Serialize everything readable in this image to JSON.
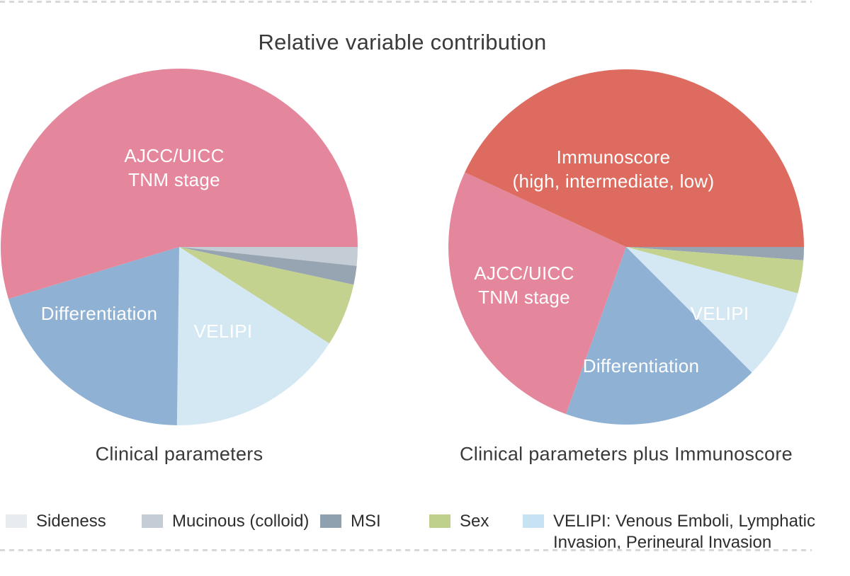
{
  "title": "Relative variable contribution",
  "colors": {
    "tnm_stage": "#e5879c",
    "immunoscore": "#dd6b5f",
    "differentiation": "#8fb1d3",
    "velipi": "#cfe6f3",
    "sex": "#c3d28e",
    "msi": "#97a4b1",
    "mucinous": "#c4cdd6",
    "sideness": "#e8ebf0",
    "text_dark": "#3a3a3a",
    "pie_label_text": "#ffffff",
    "dashed_line": "#d8d8d8"
  },
  "chart_data": [
    {
      "type": "pie",
      "caption": "Clinical parameters",
      "unit": "percent",
      "start_angle": "3-o-clock",
      "direction": "clockwise",
      "slices": [
        {
          "label": "Mucinous (colloid)",
          "pct": 1.7,
          "color": "#c4cdd6"
        },
        {
          "label": "MSI",
          "pct": 1.7,
          "color": "#97a4b1"
        },
        {
          "label": "Sex",
          "pct": 5.7,
          "color": "#c3d28e"
        },
        {
          "label": "VELIPI",
          "pct": 16.1,
          "color": "#d4e8f4"
        },
        {
          "label": "Differentiation",
          "pct": 20.1,
          "color": "#8fb1d3"
        },
        {
          "label": "AJCC/UICC TNM stage",
          "pct": 54.7,
          "color": "#e5879c"
        }
      ],
      "pie_labels": [
        {
          "text": "AJCC/UICC\nTNM stage"
        },
        {
          "text": "Differentiation"
        },
        {
          "text": "VELIPI"
        }
      ]
    },
    {
      "type": "pie",
      "caption": "Clinical parameters plus Immunoscore",
      "unit": "percent",
      "start_angle": "3-o-clock",
      "direction": "clockwise",
      "slices": [
        {
          "label": "MSI",
          "pct": 1.2,
          "color": "#97a4b1"
        },
        {
          "label": "Sex",
          "pct": 3.0,
          "color": "#c3d28e"
        },
        {
          "label": "VELIPI",
          "pct": 8.3,
          "color": "#d4e8f4"
        },
        {
          "label": "Differentiation",
          "pct": 18.0,
          "color": "#8fb1d3"
        },
        {
          "label": "AJCC/UICC TNM stage",
          "pct": 26.4,
          "color": "#e5879c"
        },
        {
          "label": "Immunoscore (high, intermediate, low)",
          "pct": 43.1,
          "color": "#dd6b5f"
        }
      ],
      "pie_labels": [
        {
          "text": "Immunoscore\n(high, intermediate, low)"
        },
        {
          "text": "AJCC/UICC\nTNM stage"
        },
        {
          "text": "Differentiation"
        },
        {
          "text": "VELIPI"
        }
      ]
    }
  ],
  "legend": {
    "items": [
      {
        "label": "Sideness",
        "color": "#e8ebf0"
      },
      {
        "label": "Mucinous (colloid)",
        "color": "#c4cdd6"
      },
      {
        "label": "MSI",
        "color": "#8fa0ae"
      },
      {
        "label": "Sex",
        "color": "#bed08b"
      },
      {
        "label": "VELIPI: Venous Emboli, Lymphatic\nInvasion, Perineural Invasion",
        "color": "#c7e2f2"
      }
    ]
  }
}
